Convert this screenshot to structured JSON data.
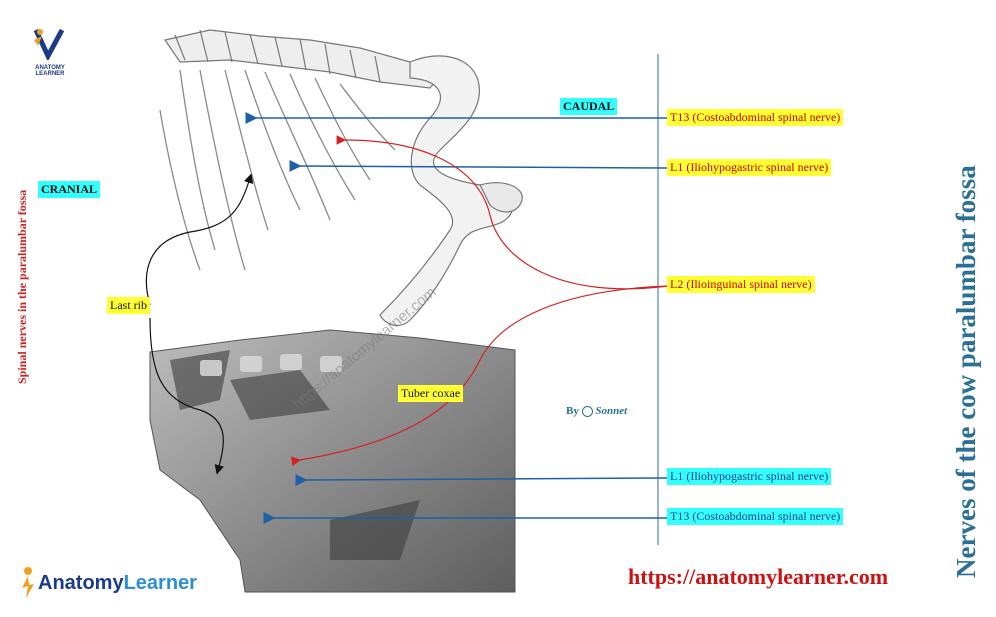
{
  "title": "Nerves of the cow paralumbar fossa",
  "subtitle": "Spinal nerves in the paralumbar fossa",
  "orientation": {
    "cranial": "CRANIAL",
    "caudal": "CAUDAL"
  },
  "labels": {
    "t13_top": "T13 (Costoabdominal spinal nerve)",
    "l1_top": "L1 (Iliohypogastric spinal nerve)",
    "l2": "L2 (Ilioinguinal spinal nerve)",
    "l1_bottom": "L1 (Iliohypogastric spinal nerve)",
    "t13_bottom": "T13 (Costoabdominal spinal nerve)",
    "last_rib": "Last rib",
    "tuber_coxae": "Tuber coxae"
  },
  "watermark": "https://anatomylearner.com",
  "byline": {
    "by": "By",
    "name": "Sonnet"
  },
  "url": "https://anatomylearner.com",
  "brand": {
    "part1": "Anatomy",
    "part2": "Learner",
    "small_line1": "ANATOMY",
    "small_line2": "LEARNER"
  },
  "colors": {
    "blue_arrow": "#1f5fa8",
    "red_arrow": "#d42020",
    "title": "#2a6f96",
    "yellow": "#ffff33",
    "cyan": "#33ffff"
  }
}
